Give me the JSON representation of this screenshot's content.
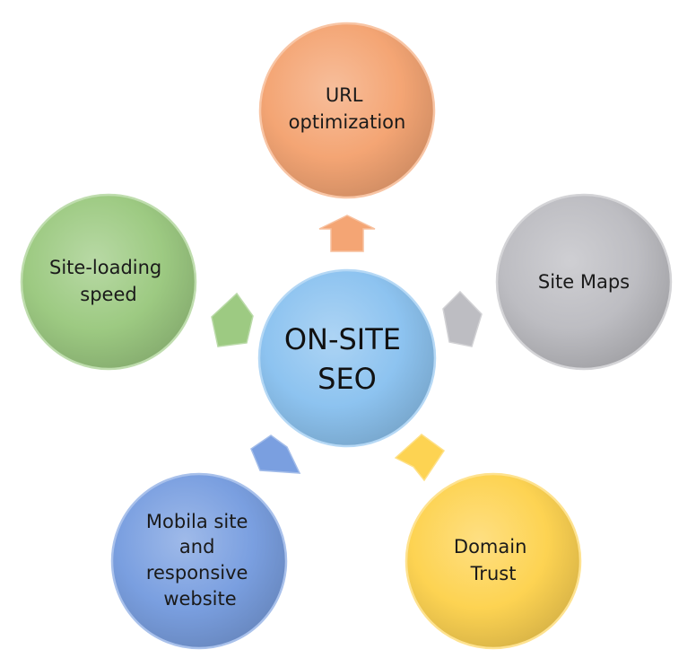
{
  "center": {
    "lines": [
      "ON-SITE",
      "SEO"
    ],
    "color": "#8dc3f0"
  },
  "nodes": [
    {
      "id": "url-optimization",
      "lines": [
        "URL",
        "optimization"
      ],
      "color": "#f4a574"
    },
    {
      "id": "site-maps",
      "lines": [
        "Site Maps"
      ],
      "color": "#bdbdc2"
    },
    {
      "id": "domain-trust",
      "lines": [
        "Domain",
        "Trust"
      ],
      "color": "#fdd352"
    },
    {
      "id": "mobile-site",
      "lines": [
        "Mobila site",
        "and",
        "responsive",
        "website"
      ],
      "color": "#7a9fe0"
    },
    {
      "id": "site-loading-speed",
      "lines": [
        "Site-loading",
        "speed"
      ],
      "color": "#9dca82"
    }
  ]
}
